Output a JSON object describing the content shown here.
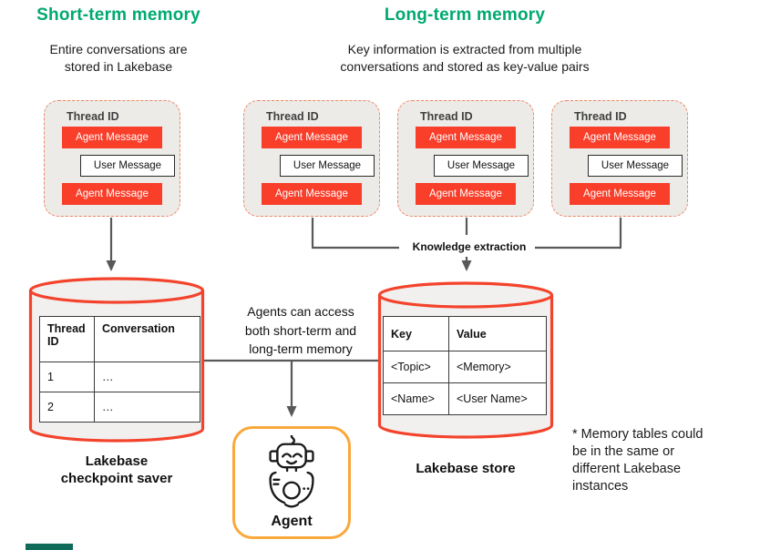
{
  "sections": {
    "short_term": {
      "title": "Short-term memory",
      "subtitle": "Entire conversations are\nstored in Lakebase"
    },
    "long_term": {
      "title": "Long-term memory",
      "subtitle": "Key information is extracted from multiple\nconversations and stored as key-value pairs"
    }
  },
  "thread_card": {
    "title": "Thread ID",
    "messages": [
      {
        "type": "agent",
        "label": "Agent Message"
      },
      {
        "type": "user",
        "label": "User Message"
      },
      {
        "type": "agent",
        "label": "Agent Message"
      }
    ]
  },
  "labels": {
    "knowledge_extraction": "Knowledge extraction",
    "access_note": "Agents can access\nboth short-term and\nlong-term memory",
    "checkpoint_saver": "Lakebase\ncheckpoint saver",
    "lakebase_store": "Lakebase store",
    "agent": "Agent",
    "footnote": "* Memory tables could\nbe in the same or\ndifferent Lakebase\ninstances"
  },
  "tables": {
    "checkpoint": {
      "headers": [
        "Thread\nID",
        "Conversation"
      ],
      "rows": [
        [
          "1",
          "…"
        ],
        [
          "2",
          "…"
        ]
      ]
    },
    "store": {
      "headers": [
        "Key",
        "Value"
      ],
      "rows": [
        [
          "<Topic>",
          "<Memory>"
        ],
        [
          "<Name>",
          "<User Name>"
        ]
      ]
    }
  },
  "icons": {
    "robot": "robot-agent-icon",
    "cylinder_left": "database-cylinder-icon",
    "cylinder_right": "database-cylinder-icon"
  },
  "colors": {
    "title_green": "#00A972",
    "message_red": "#F93E2A",
    "card_dashed_border": "#F08465",
    "card_background": "#ECEBE7",
    "cylinder_stroke": "#F4432C",
    "cylinder_fill": "#F1F0EE",
    "agent_border_orange": "#F9A83C",
    "connector_gray": "#58595B",
    "bottom_bar_teal": "#0E6B5A"
  }
}
